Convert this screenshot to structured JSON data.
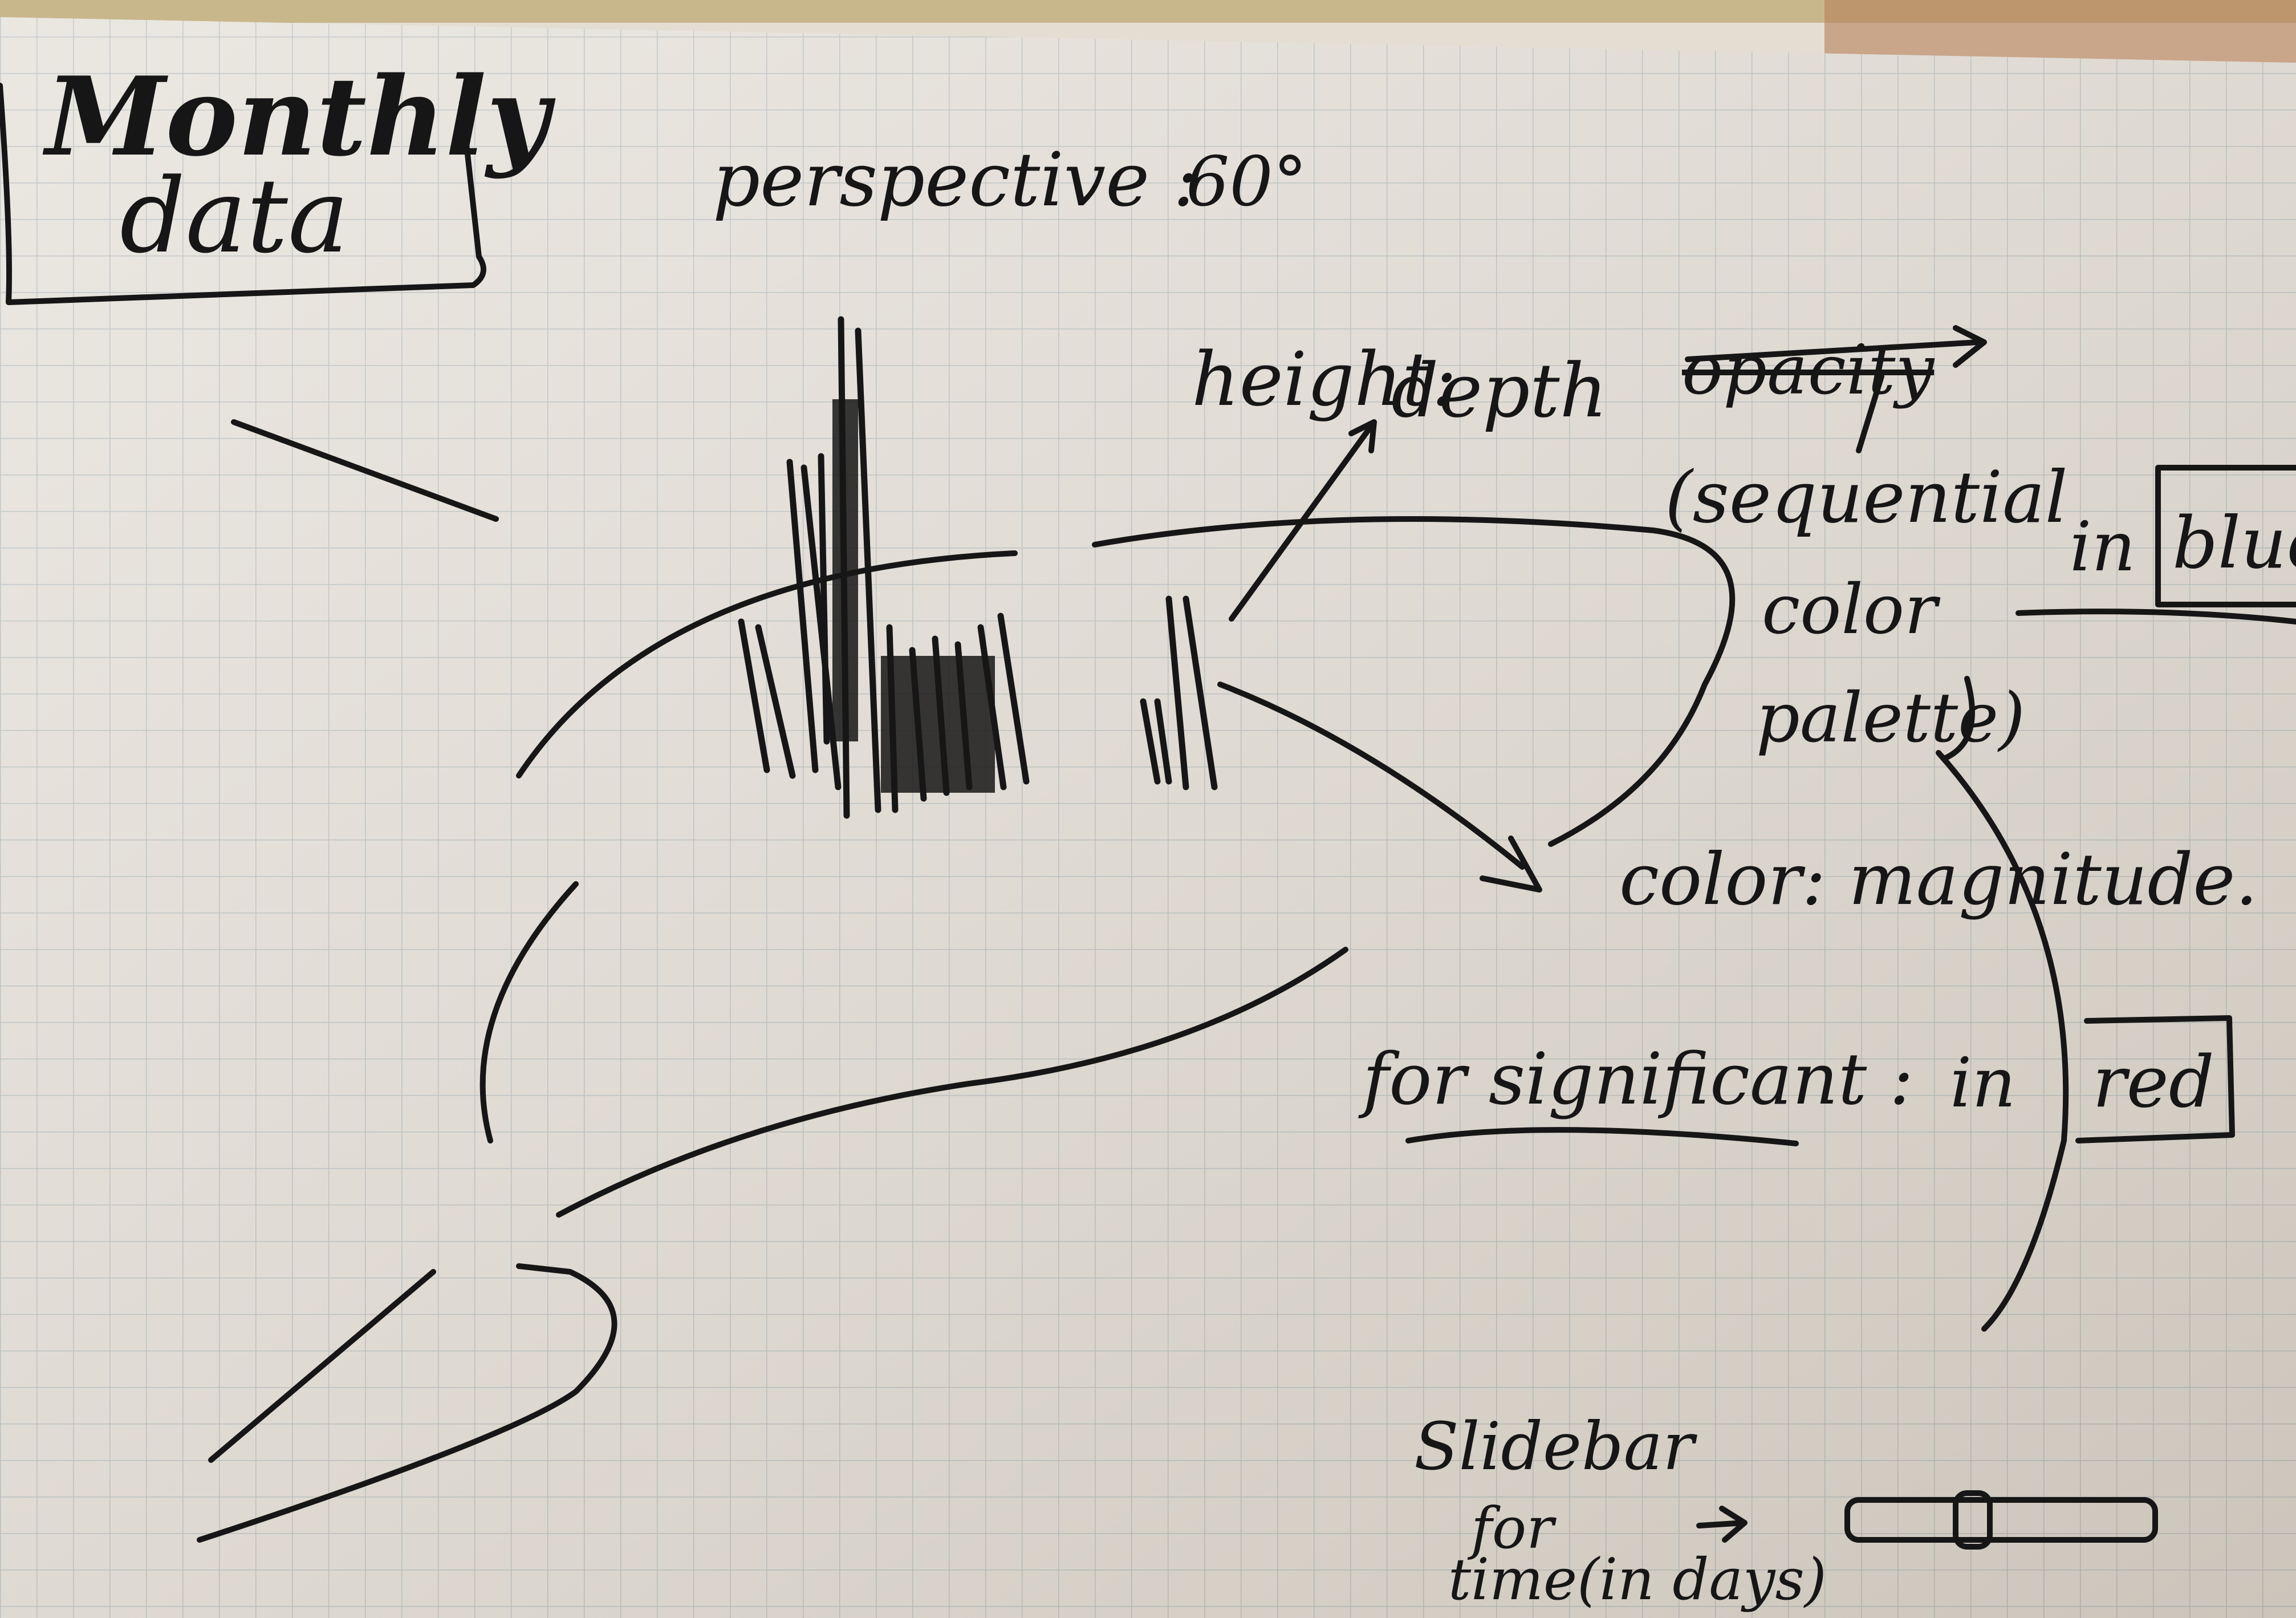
{
  "title": {
    "line1": "Monthly",
    "line2": "data"
  },
  "perspective": {
    "label": "perspective :",
    "value": "60°"
  },
  "height_mapping": {
    "label": "height:",
    "value": "depth"
  },
  "opacity_crossed": "opacity",
  "palette_note": {
    "l1": "(sequential",
    "l2": "color",
    "l3": "palette)"
  },
  "blue_note": {
    "prefix": "in",
    "word": "blue"
  },
  "color_mapping": "color: magnitude.",
  "significant_note": {
    "label": "for significant :",
    "prefix": "in",
    "word": "red"
  },
  "slider_note": {
    "l1": "Slidebar",
    "l2": "for",
    "l3": "time(in days)"
  },
  "colors": {
    "ink": "#161616",
    "paper": "#e7e3dc",
    "grid": "#a9b8bd"
  }
}
